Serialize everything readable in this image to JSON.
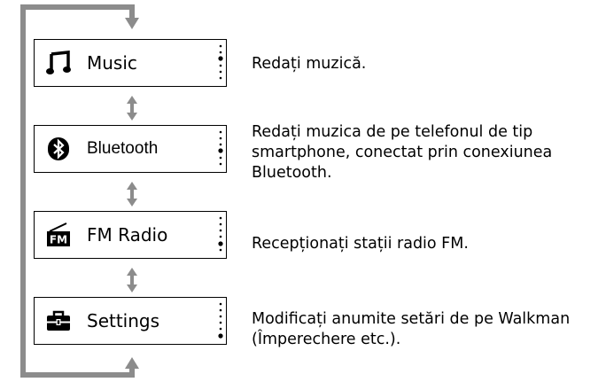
{
  "menu": [
    {
      "label": "Music",
      "icon": "music-note-icon",
      "description": "Redați muzică."
    },
    {
      "label": "Bluetooth",
      "icon": "bluetooth-icon",
      "description": "Redați muzica de pe telefonul de tip smartphone, conectat prin conexiunea Bluetooth."
    },
    {
      "label": "FM Radio",
      "icon": "fm-radio-icon",
      "description": "Recepționați stații radio FM."
    },
    {
      "label": "Settings",
      "icon": "toolbox-icon",
      "description": "Modificați anumite setări de pe Walkman (Împerechere etc.)."
    }
  ],
  "colors": {
    "loop_line": "#8c8c8c",
    "box_border": "#000000"
  }
}
